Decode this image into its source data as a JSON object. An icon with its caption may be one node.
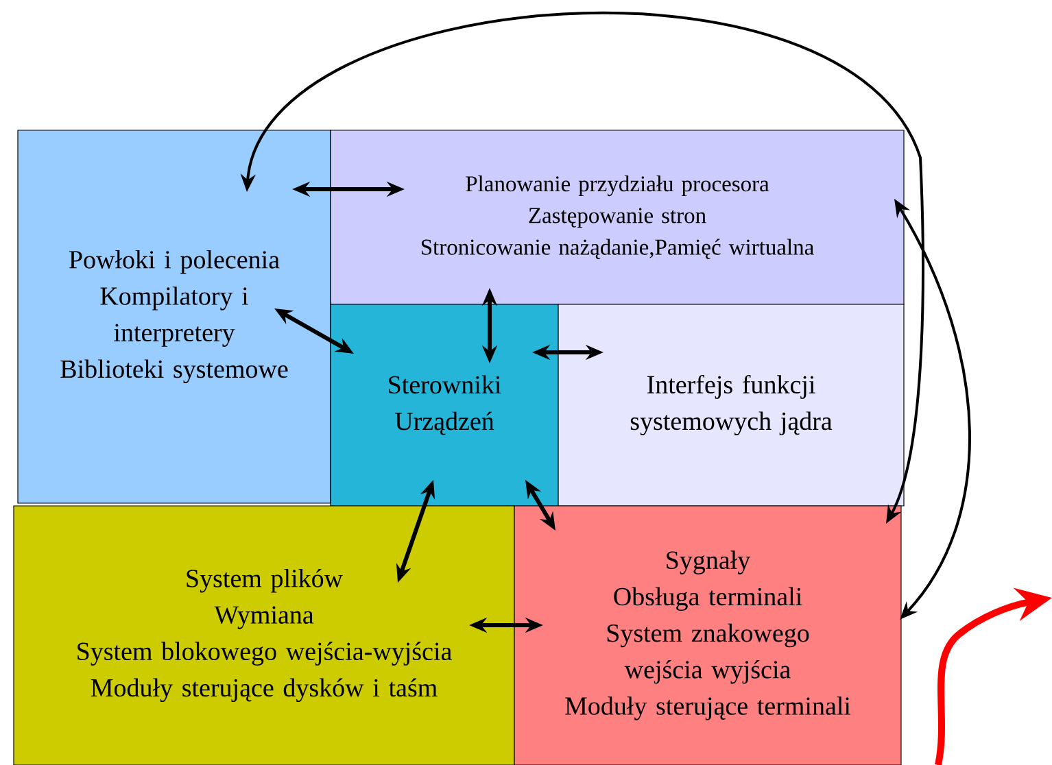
{
  "diagram": {
    "nodes": [
      {
        "text": [
          "Powłoki i polecenia",
          "Kompilatory i interpretery",
          "Biblioteki systemowe"
        ]
      },
      {
        "text": [
          "Planowanie przydziału procesora",
          "Zastępowanie stron",
          "Stronicowanie nażądanie,Pamięć wirtualna"
        ]
      },
      {
        "text": [
          "Sterowniki Urządzeń"
        ]
      },
      {
        "text": [
          "Interfejs funkcji systemowych jądra"
        ]
      },
      {
        "text": [
          "System plików",
          "Wymiana",
          "System blokowego wejścia-wyjścia",
          "Moduły sterujące dysków i taśm"
        ]
      },
      {
        "text": [
          "Sygnały",
          "Obsługa terminali",
          "System znakowego wejścia wyjścia",
          "Moduły sterujące terminali"
        ]
      }
    ],
    "edges": [
      {
        "from": 0,
        "to": 1,
        "arrow": "both"
      },
      {
        "from": 0,
        "to": 2,
        "arrow": "both"
      },
      {
        "from": 1,
        "to": 2,
        "arrow": "both"
      },
      {
        "from": 2,
        "to": 3,
        "arrow": "both"
      },
      {
        "from": 2,
        "to": 4,
        "arrow": "both"
      },
      {
        "from": 2,
        "to": 5,
        "arrow": "both"
      },
      {
        "from": 4,
        "to": 5,
        "arrow": "both"
      },
      {
        "from": 0,
        "to": 5,
        "arrow": "both"
      },
      {
        "from": 1,
        "to": 5,
        "arrow": "both"
      }
    ]
  }
}
